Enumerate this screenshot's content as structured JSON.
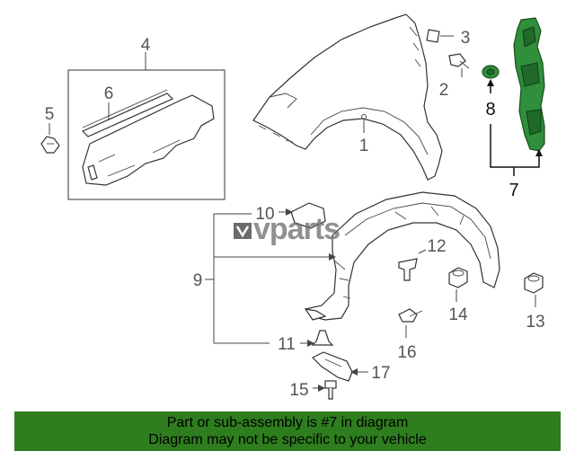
{
  "watermark": {
    "text": "vparts"
  },
  "callouts": [
    {
      "id": "1",
      "label": "1"
    },
    {
      "id": "2",
      "label": "2"
    },
    {
      "id": "3",
      "label": "3"
    },
    {
      "id": "4",
      "label": "4"
    },
    {
      "id": "5",
      "label": "5"
    },
    {
      "id": "6",
      "label": "6"
    },
    {
      "id": "7",
      "label": "7"
    },
    {
      "id": "8",
      "label": "8"
    },
    {
      "id": "9",
      "label": "9"
    },
    {
      "id": "10",
      "label": "10"
    },
    {
      "id": "11",
      "label": "11"
    },
    {
      "id": "12",
      "label": "12"
    },
    {
      "id": "13",
      "label": "13"
    },
    {
      "id": "14",
      "label": "14"
    },
    {
      "id": "15",
      "label": "15"
    },
    {
      "id": "16",
      "label": "16"
    },
    {
      "id": "17",
      "label": "17"
    }
  ],
  "highlighted_part": "7",
  "colors": {
    "highlight": "#2f8f3a",
    "banner": "#2e7d1e"
  },
  "banner": {
    "line1": "Part or sub-assembly is #7 in diagram",
    "line2": "Diagram may not be specific to your vehicle"
  }
}
